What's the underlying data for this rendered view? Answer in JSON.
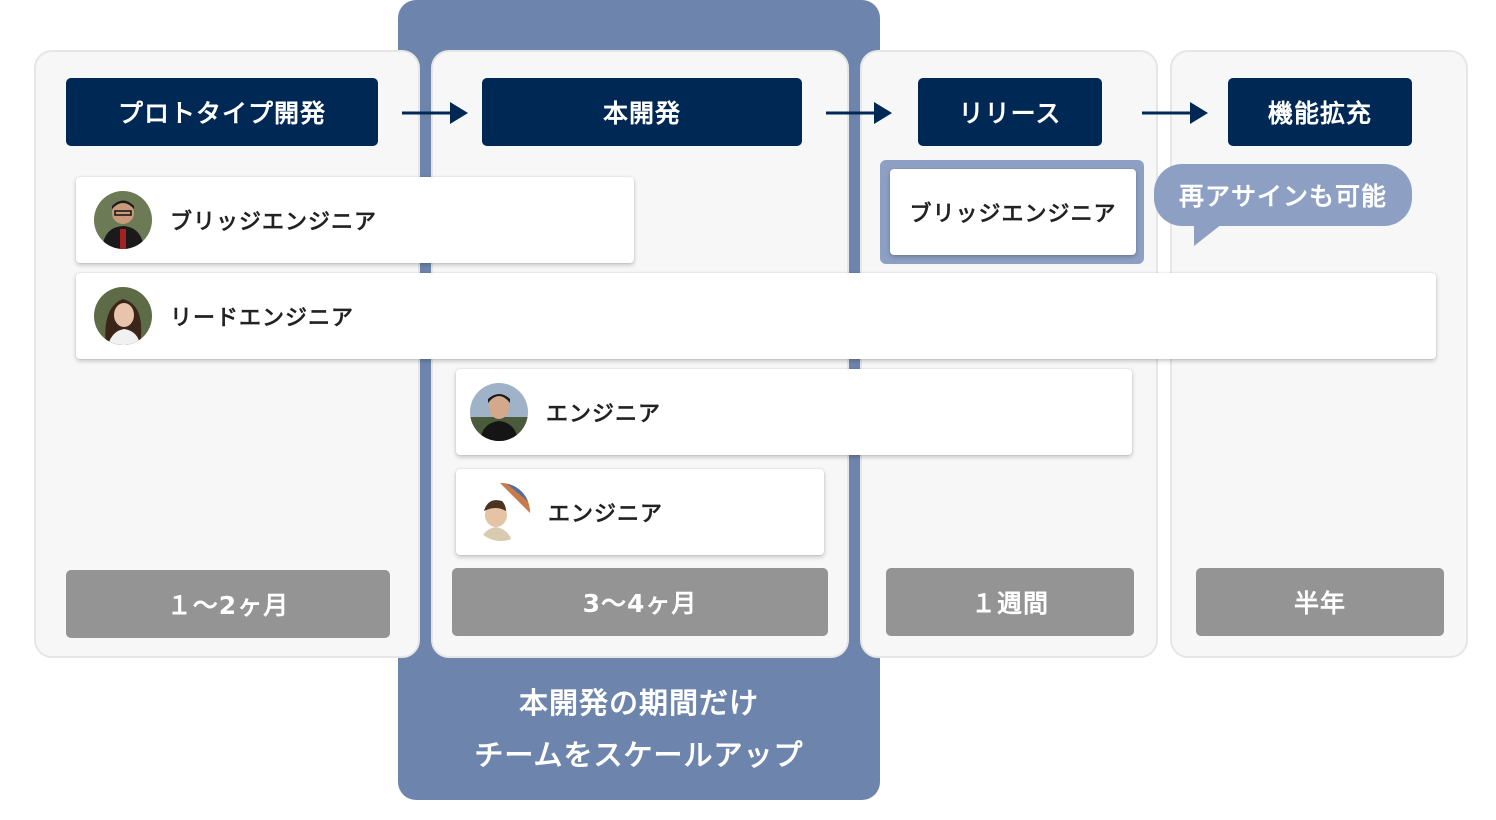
{
  "phases": [
    {
      "label": "プロトタイプ開発",
      "duration": "１〜2ヶ月"
    },
    {
      "label": "本開発",
      "duration": "3〜4ヶ月"
    },
    {
      "label": "リリース",
      "duration": "１週間"
    },
    {
      "label": "機能拡充",
      "duration": "半年"
    }
  ],
  "members": {
    "bridge_engineer": "ブリッジエンジニア",
    "lead_engineer": "リードエンジニア",
    "engineer_1": "エンジニア",
    "engineer_2": "エンジニア",
    "bridge_engineer_release": "ブリッジエンジニア"
  },
  "reassign_bubble": "再アサインも可能",
  "caption": {
    "line1": "本開発の期間だけ",
    "line2": "チームをスケールアップ"
  },
  "colors": {
    "phase_header": "#002855",
    "highlight": "#6d85ad",
    "bubble": "#8da0c4",
    "duration_bar": "#949494"
  }
}
